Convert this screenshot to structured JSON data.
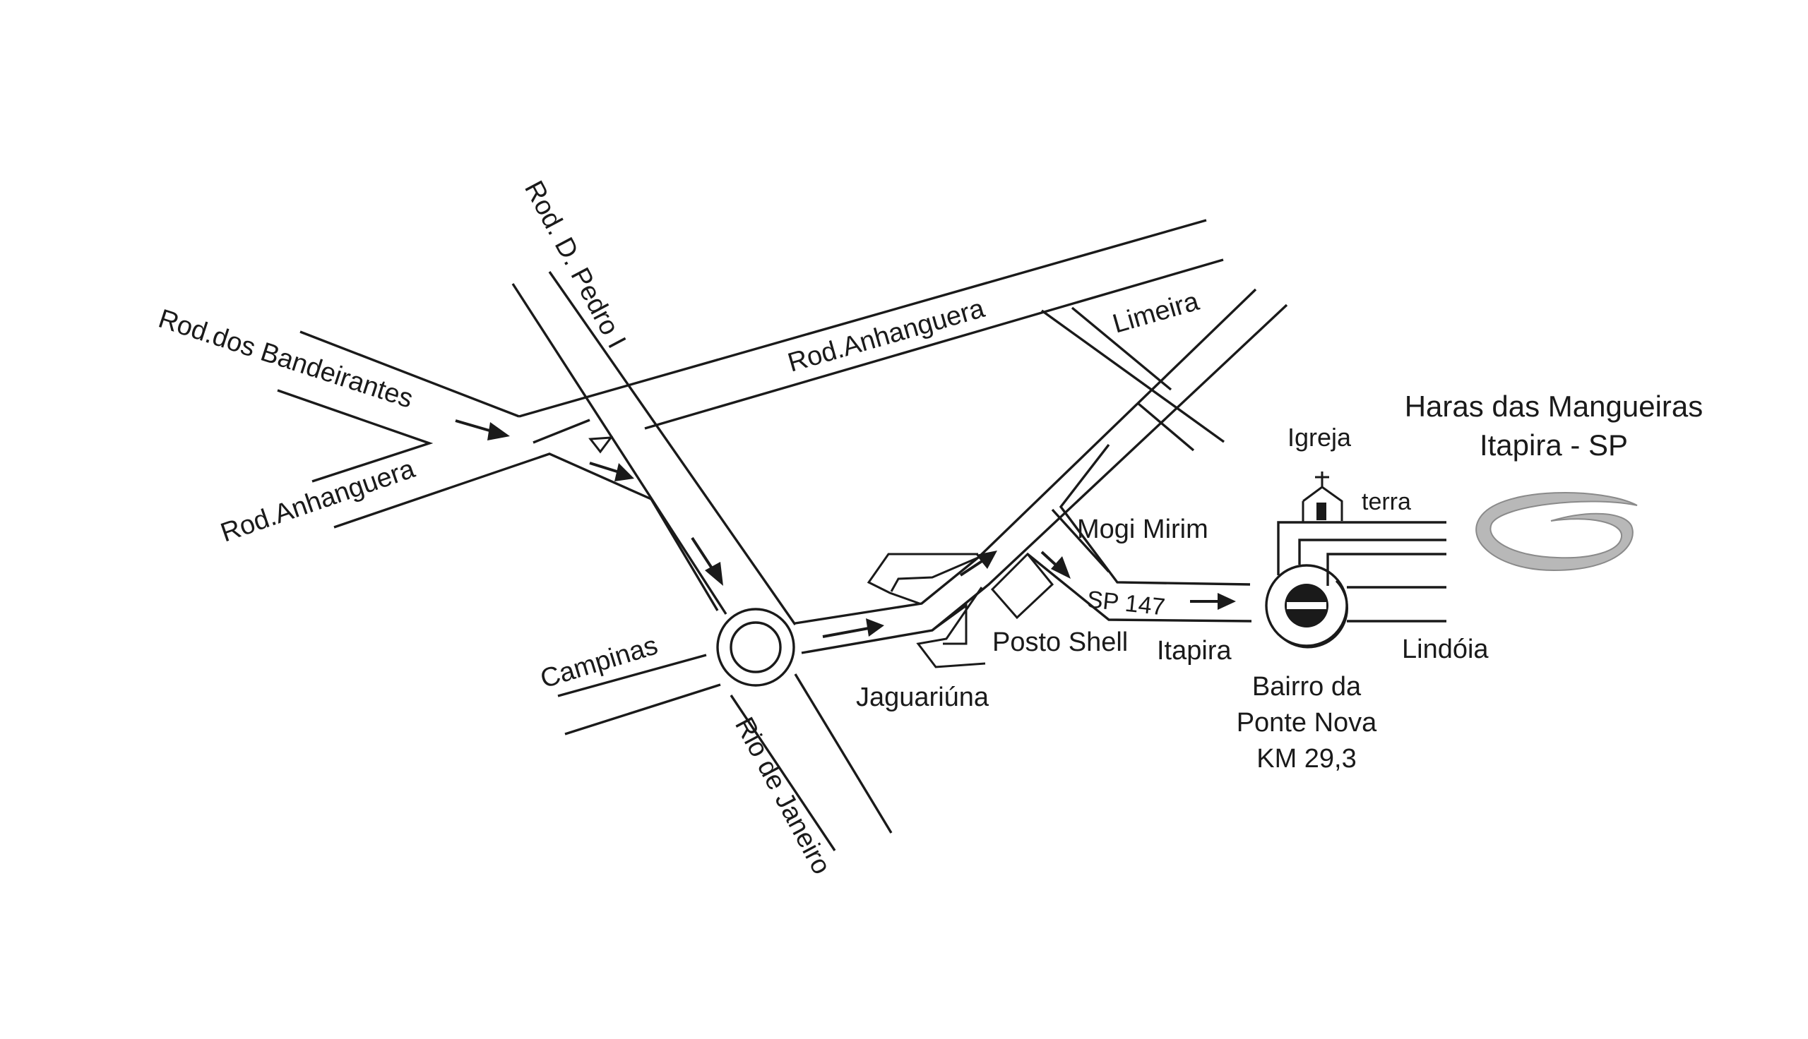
{
  "map": {
    "roads": {
      "bandeirantes": "Rod.dos Bandeirantes",
      "anhanguera_west": "Rod.Anhanguera",
      "anhanguera_north": "Rod.Anhanguera",
      "dpedro": "Rod. D. Pedro I",
      "sp147": "SP 147"
    },
    "places": {
      "campinas": "Campinas",
      "rio_de_janeiro": "Rio de Janeiro",
      "jaguariuna": "Jaguariúna",
      "posto_shell": "Posto Shell",
      "limeira": "Limeira",
      "mogi_mirim": "Mogi Mirim",
      "itapira": "Itapira",
      "lindoia": "Lindóia",
      "igreja": "Igreja",
      "terra": "terra",
      "bairro_line1": "Bairro da",
      "bairro_line2": "Ponte Nova",
      "bairro_line3": "KM 29,3"
    },
    "destination": {
      "line1": "Haras das Mangueiras",
      "line2": "Itapira - SP"
    },
    "colors": {
      "ink": "#1a1a1a",
      "logo_gray": "#b8b8b8"
    }
  }
}
